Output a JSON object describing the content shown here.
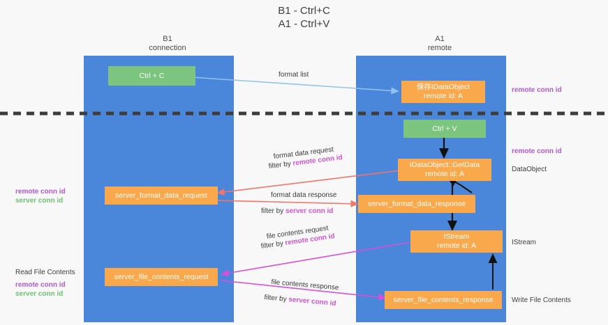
{
  "title": "B1 - Ctrl+C\nA1 - Ctrl+V",
  "columns": {
    "left": {
      "name": "B1",
      "role": "connection",
      "label": "B1\nconnection"
    },
    "right": {
      "name": "A1",
      "role": "remote",
      "label": "A1\nremote"
    }
  },
  "colors": {
    "lane": "#4a86d9",
    "green_node": "#7cc57f",
    "orange_node": "#f9a94b",
    "divider": "#3c3c3c",
    "remote_conn_id": "#b05ad0",
    "server_conn_id": "#6fbf73",
    "arrow_format_list": "#a8cdf0",
    "arrow_ctrlv": "#1a1a1a",
    "arrow_format_data": "#f2756a",
    "arrow_file_contents": "#d84fd8",
    "background": "#f8f8f8"
  },
  "nodes": {
    "ctrl_c": "Ctrl + C",
    "save_idataobject": "保存IDataObject\nremote id: A",
    "ctrl_v": "Ctrl + V",
    "getdata": "IDataObject::GetData\nremote id: A",
    "server_format_data_request": "server_format_data_request",
    "server_format_data_response": "server_format_data_response",
    "istream": "IStream\nremote id: A",
    "server_file_contents_request": "server_file_contents_request",
    "server_file_contents_response": "server_file_contents_response"
  },
  "edges": {
    "format_list": "format list",
    "format_data_request": "format data request",
    "format_data_request_filter_prefix": "filter by ",
    "format_data_request_filter_key": "remote conn id",
    "format_data_response": "format data response",
    "format_data_response_filter_prefix": "filter by ",
    "format_data_response_filter_key": "server conn id",
    "file_contents_request": "file contents request",
    "file_contents_request_filter_prefix": "filter by ",
    "file_contents_request_filter_key": "remote conn id",
    "file_contents_response": "file contents response",
    "file_contents_response_filter_prefix": "filter by ",
    "file_contents_response_filter_key": "server conn id"
  },
  "annotations": {
    "right_remote_conn_id_top": "remote conn id",
    "right_remote_conn_id_mid": "remote conn id",
    "right_dataobject": "DataObject",
    "right_istream": "IStream",
    "right_write_file_contents": "Write File Contents",
    "left_remote_conn_id_mid": "remote conn id",
    "left_server_conn_id_mid": "server conn id",
    "left_read_file_contents": "Read File Contents",
    "left_remote_conn_id_bot": "remote conn id",
    "left_server_conn_id_bot": "server conn id"
  }
}
